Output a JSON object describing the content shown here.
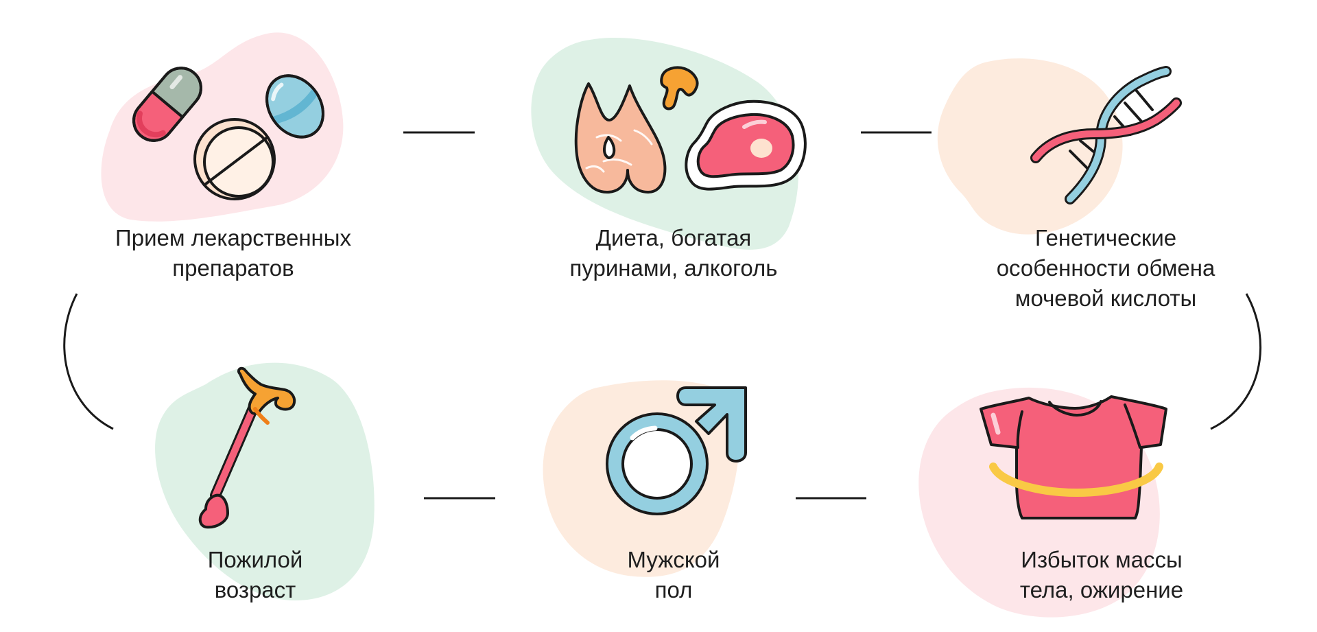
{
  "factors": [
    {
      "id": "medications",
      "lines": [
        "Прием лекарственных",
        "препаратов"
      ],
      "icon": "pills-icon",
      "blob_color": "#fde6e9"
    },
    {
      "id": "diet",
      "lines": [
        "Диета, богатая",
        "пуринами, алкоголь"
      ],
      "icon": "food-icon",
      "blob_color": "#def1e6"
    },
    {
      "id": "genetics",
      "lines": [
        "Генетические",
        "особенности обмена",
        "мочевой кислоты"
      ],
      "icon": "dna-icon",
      "blob_color": "#fdebde"
    },
    {
      "id": "elderly",
      "lines": [
        "Пожилой",
        "возраст"
      ],
      "icon": "cane-icon",
      "blob_color": "#def1e6"
    },
    {
      "id": "male",
      "lines": [
        "Мужской",
        "пол"
      ],
      "icon": "male-symbol-icon",
      "blob_color": "#fdebde"
    },
    {
      "id": "obesity",
      "lines": [
        "Избыток массы",
        "тела, ожирение"
      ],
      "icon": "shirt-waist-icon",
      "blob_color": "#fde6e9"
    }
  ],
  "colors": {
    "pink": "#f5607a",
    "pink_dark": "#e23f5c",
    "blue": "#94cfe0",
    "blue_dark": "#62b6d2",
    "green_gray": "#a5b8aa",
    "peach": "#fde2cf",
    "salmon": "#f7b99c",
    "orange": "#f6a233",
    "orange_dark": "#ef7f18",
    "yellow": "#f9c945",
    "stroke": "#1a1a1a"
  }
}
